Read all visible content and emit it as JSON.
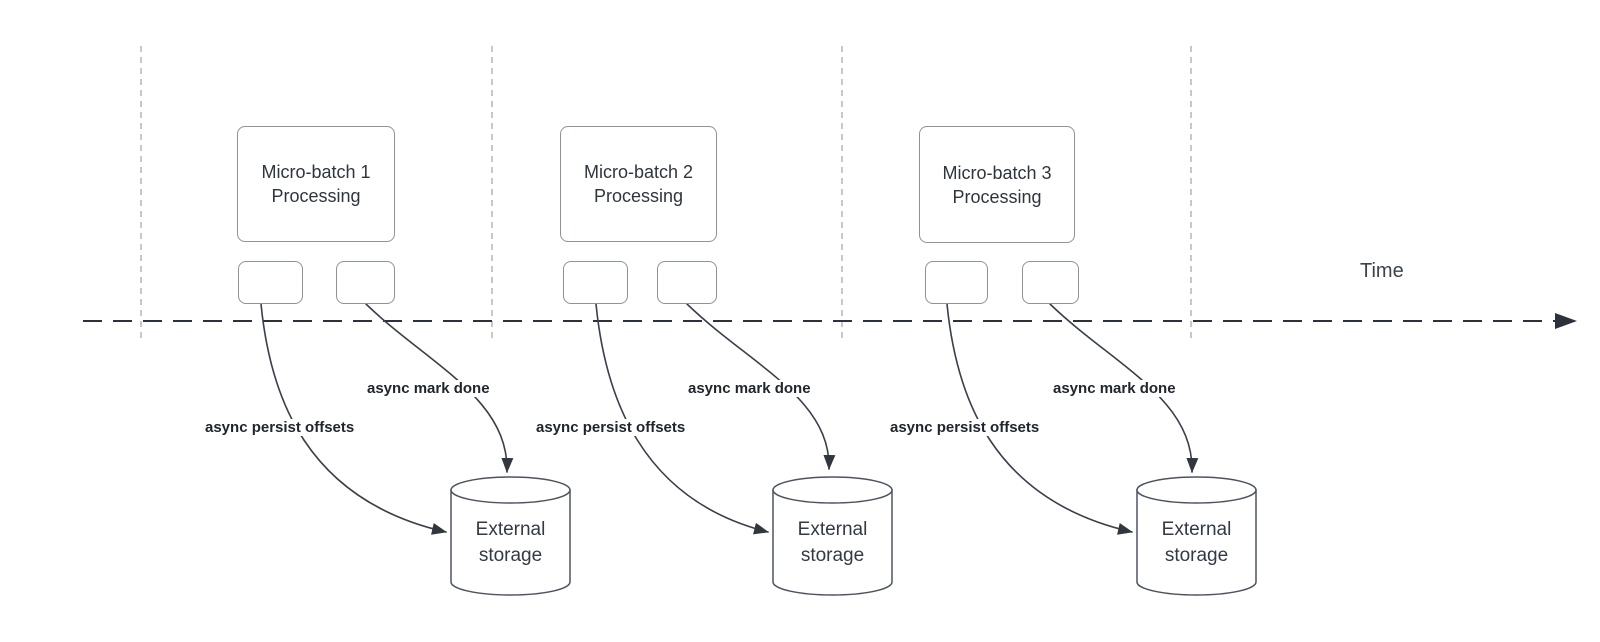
{
  "colors": {
    "background": "#ffffff",
    "stroke_dark": "#32363f",
    "box_border": "#8d929b",
    "guide_line": "#b3b6bb",
    "cylinder_stroke": "#4d5360",
    "text_primary": "#2f353f"
  },
  "timeline": {
    "label": "Time"
  },
  "batches": [
    {
      "title_line1": "Micro-batch 1",
      "title_line2": "Processing",
      "persist_arrow_label": "async persist offsets",
      "mark_arrow_label": "async mark done",
      "storage_line1": "External",
      "storage_line2": "storage"
    },
    {
      "title_line1": "Micro-batch 2",
      "title_line2": "Processing",
      "persist_arrow_label": "async persist offsets",
      "mark_arrow_label": "async mark done",
      "storage_line1": "External",
      "storage_line2": "storage"
    },
    {
      "title_line1": "Micro-batch 3",
      "title_line2": "Processing",
      "persist_arrow_label": "async persist offsets",
      "mark_arrow_label": "async mark done",
      "storage_line1": "External",
      "storage_line2": "storage"
    }
  ]
}
